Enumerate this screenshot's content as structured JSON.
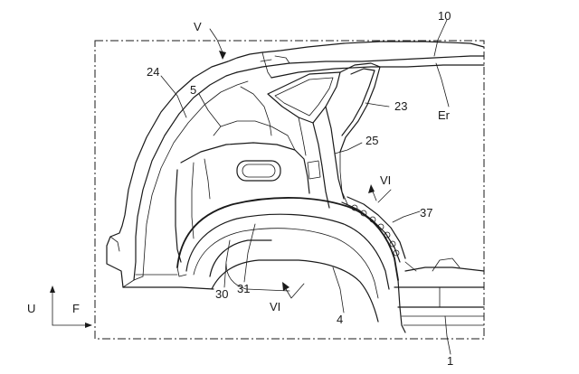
{
  "figure": {
    "view_label": "V",
    "section_label_top": "VI",
    "section_label_bottom": "VI",
    "axis": {
      "up": "U",
      "forward": "F"
    },
    "callouts": {
      "c10": "10",
      "cEr": "Er",
      "c24": "24",
      "c5": "5",
      "c23": "23",
      "c25": "25",
      "c37": "37",
      "c30": "30",
      "c31": "31",
      "c4": "4",
      "c1": "1"
    }
  }
}
